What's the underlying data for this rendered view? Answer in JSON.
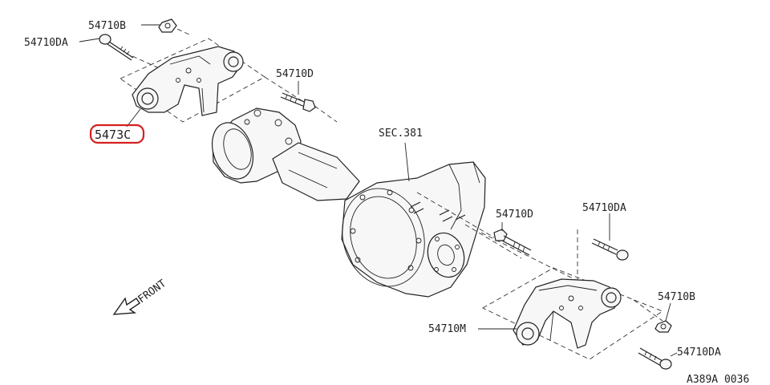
{
  "diagram": {
    "labels": {
      "bolt_top_left": "54710DA",
      "nut_top_left": "54710B",
      "bolt_top_mid": "54710D",
      "highlighted_part": "5473C",
      "section_ref": "SEC.381",
      "bolt_right_mid": "54710D",
      "bolt_right_top": "54710DA",
      "nut_right": "54710B",
      "mount_right": "54710M",
      "bolt_right_bottom": "54710DA",
      "front_indicator": "FRONT",
      "figure_code": "A389A 0036"
    },
    "colors": {
      "line": "#222222",
      "highlight": "#d42020",
      "background": "#ffffff"
    }
  }
}
